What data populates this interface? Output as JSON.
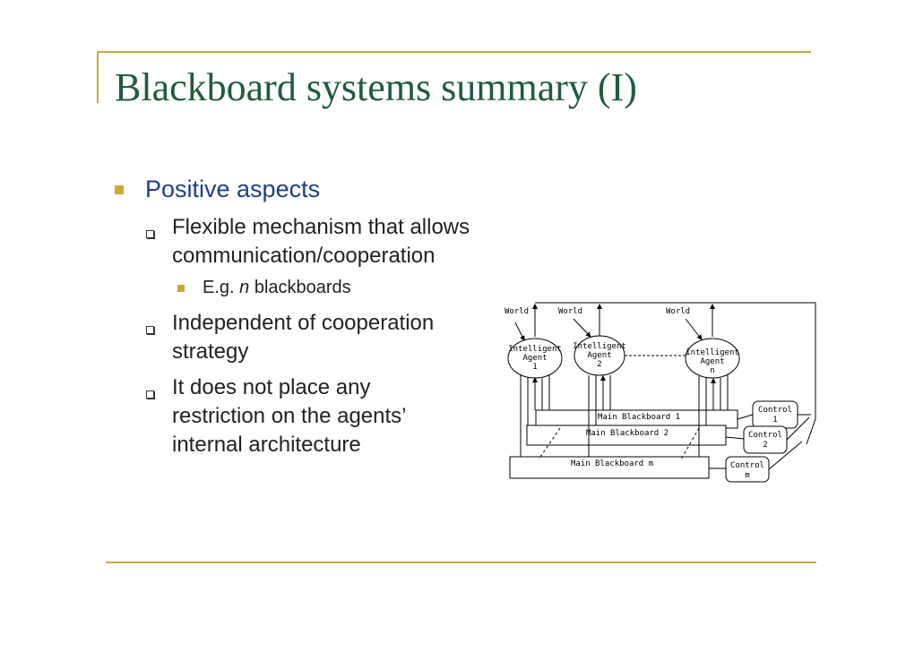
{
  "slide": {
    "title": "Blackboard systems summary (I)",
    "level1": "Positive aspects",
    "points": [
      {
        "lines": [
          "Flexible mechanism that allows",
          "communication/cooperation"
        ],
        "sub": {
          "prefix": "E.g. ",
          "em": "n",
          "suffix": " blackboards"
        }
      },
      {
        "lines": [
          "Independent of cooperation",
          "strategy"
        ]
      },
      {
        "lines": [
          "It does not place any",
          "restriction on the agents’",
          "internal architecture"
        ]
      }
    ]
  },
  "diagram": {
    "world_labels": [
      "World",
      "World",
      "World"
    ],
    "agents": [
      {
        "l1": "Intelligent",
        "l2": "Agent",
        "l3": "1"
      },
      {
        "l1": "Intelligent",
        "l2": "Agent",
        "l3": "2"
      },
      {
        "l1": "Intelligent",
        "l2": "Agent",
        "l3": "n"
      }
    ],
    "boards": [
      "Main Blackboard 1",
      "Main Blackboard 2",
      "Main Blackboard m"
    ],
    "controls": [
      {
        "l1": "Control",
        "l2": "1"
      },
      {
        "l1": "Control",
        "l2": "2"
      },
      {
        "l1": "Control",
        "l2": "m"
      }
    ]
  }
}
